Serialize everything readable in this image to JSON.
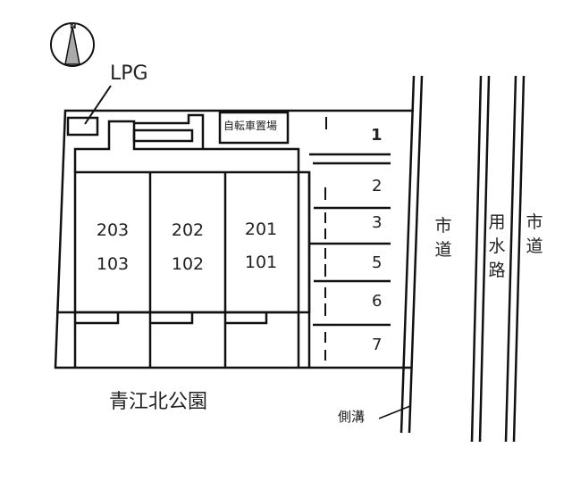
{
  "compass": {
    "label": "N"
  },
  "lpg_label": "LPG",
  "bicycle_parking": "自転車置場",
  "units": [
    {
      "upper": "203",
      "lower": "103"
    },
    {
      "upper": "202",
      "lower": "102"
    },
    {
      "upper": "201",
      "lower": "101"
    }
  ],
  "parking_slots": [
    "1",
    "2",
    "3",
    "5",
    "6",
    "7"
  ],
  "park_label": "青江北公園",
  "gutter_label": "側溝",
  "road_left": "市道",
  "waterway": "用水路",
  "road_right": "市道"
}
